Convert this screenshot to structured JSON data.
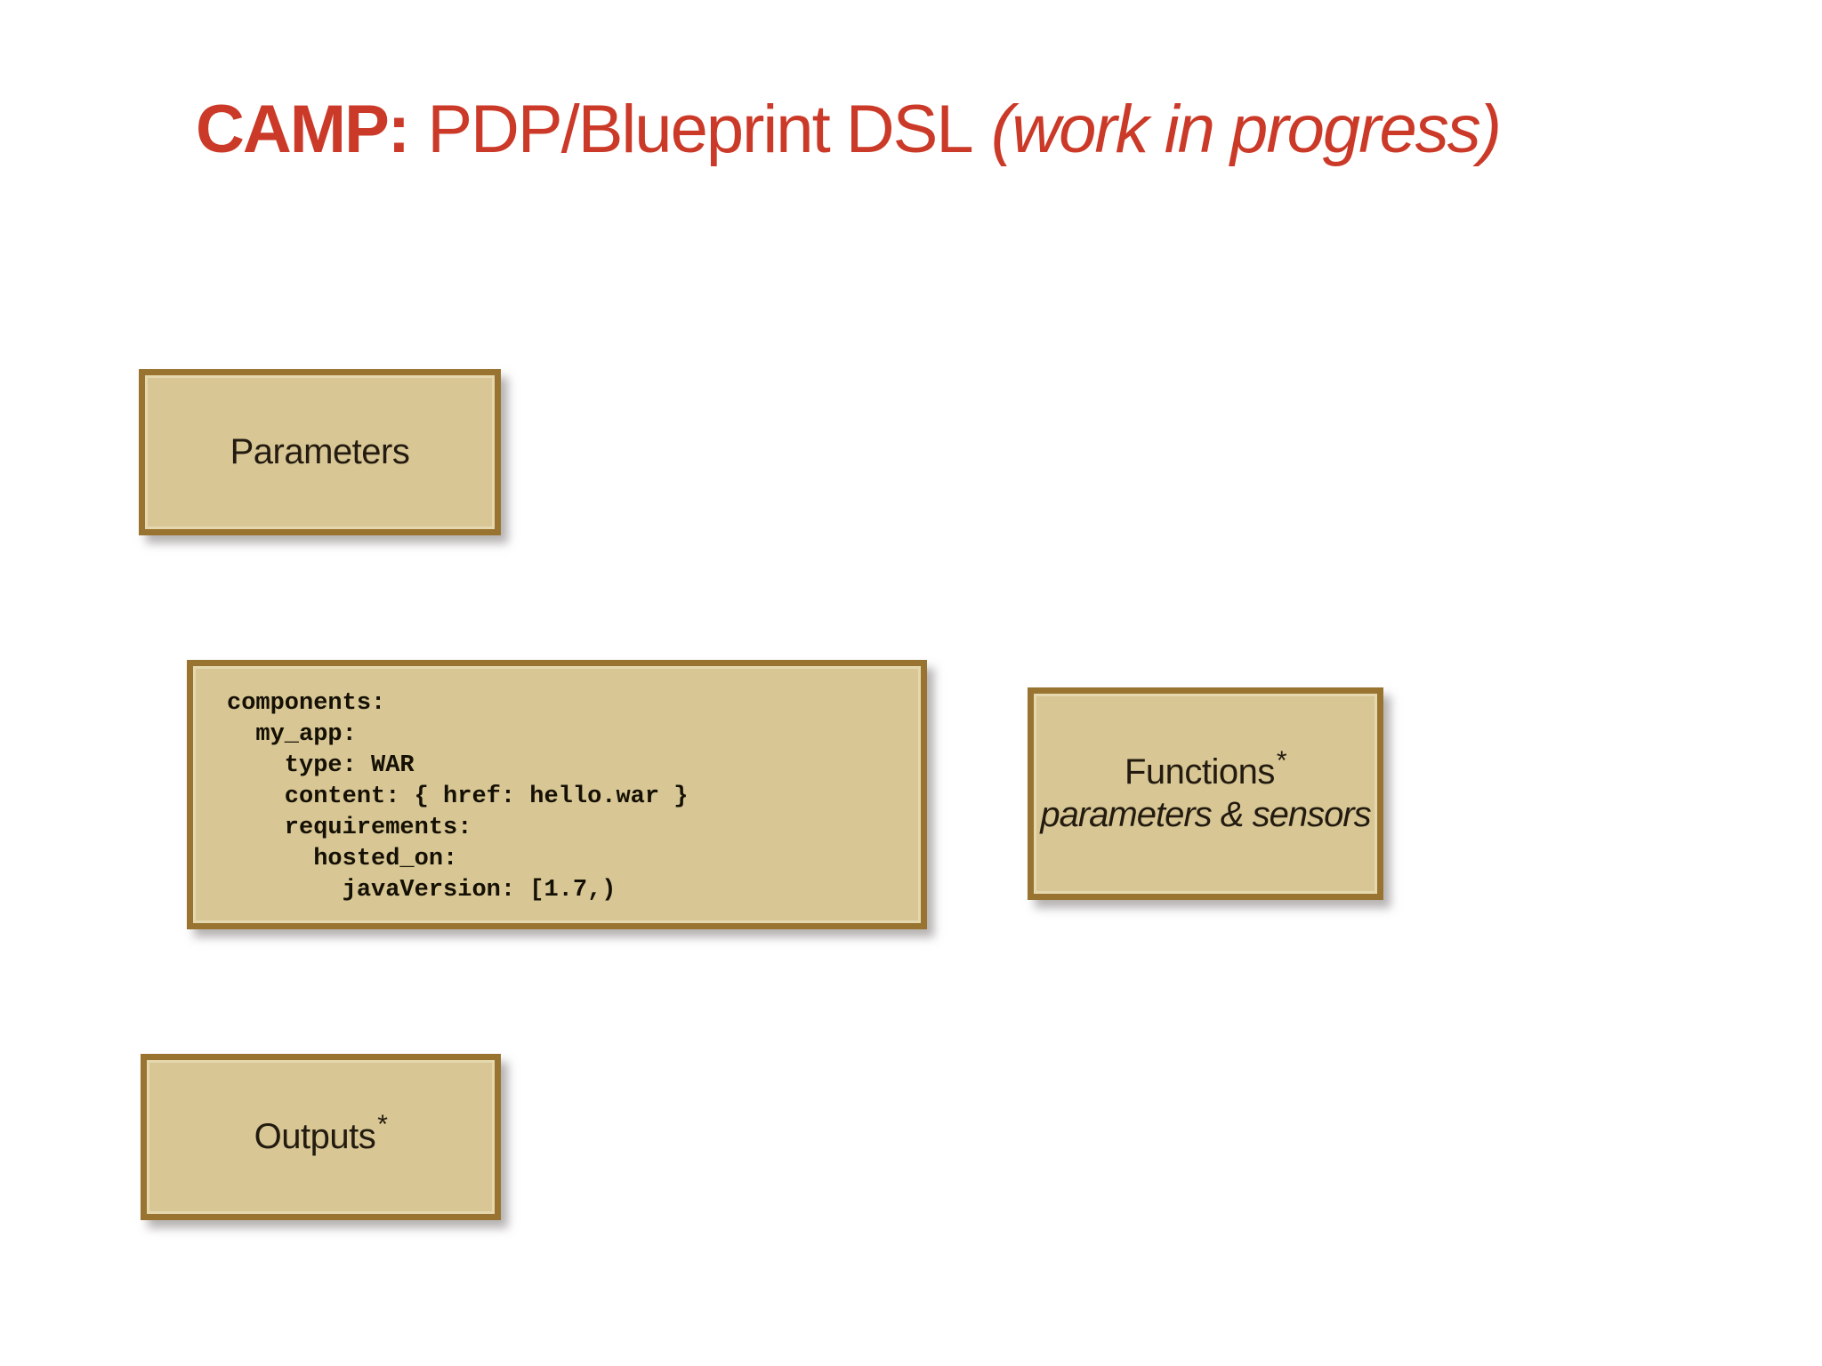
{
  "title": {
    "brand": "CAMP:",
    "main": "PDP/Blueprint DSL",
    "note": "(work in progress)"
  },
  "boxes": {
    "parameters": {
      "label": "Parameters"
    },
    "blueprint_code": {
      "lines": [
        "components:",
        "  my_app:",
        "    type: WAR",
        "    content: { href: hello.war }",
        "    requirements:",
        "      hosted_on:",
        "        javaVersion: [1.7,)"
      ]
    },
    "functions": {
      "label": "Functions",
      "sup": "*",
      "subtitle": "parameters & sensors"
    },
    "outputs": {
      "label": "Outputs",
      "sup": "*"
    }
  },
  "colors": {
    "accent_red": "#cb3a28",
    "box_fill": "#d8c795",
    "box_border": "#997431",
    "text_dark": "#231b10",
    "code_text": "#151004"
  }
}
